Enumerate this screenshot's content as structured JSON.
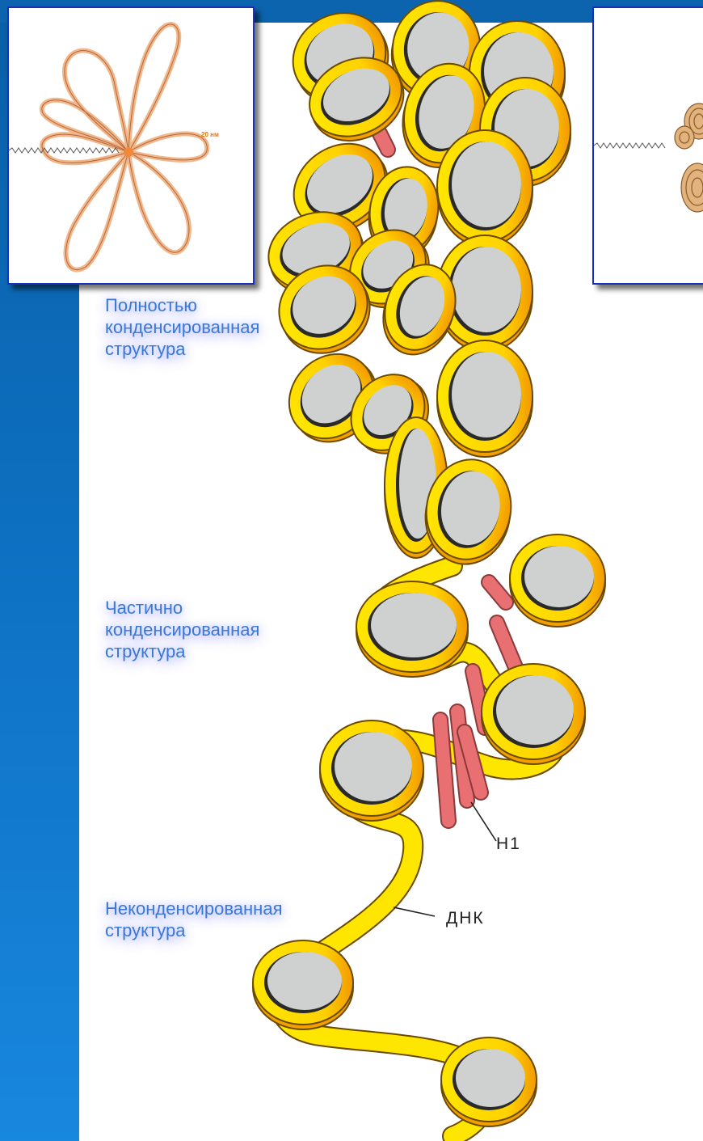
{
  "colors": {
    "background_blue": "#0d6fc0",
    "inset_border": "#1b2fb8",
    "label_text": "#3a78d6",
    "dna_fiber": "#ffe600",
    "dna_fiber_shade": "#f2a000",
    "histone_core": "#cfd0d0",
    "h1_linker": "#e97072",
    "loop_fiber": "#f0b78a"
  },
  "inset_left": {
    "scale_label": "20 нм"
  },
  "labels": {
    "full": {
      "line1": "Полностью",
      "line2": "конденсированная",
      "line3": "структура"
    },
    "partial": {
      "line1": "Частично",
      "line2": "конденсированная",
      "line3": "структура"
    },
    "none": {
      "line1": "Неконденсированная",
      "line2": "структура"
    }
  },
  "callouts": {
    "h1": "H1",
    "dna": "ДНК"
  }
}
